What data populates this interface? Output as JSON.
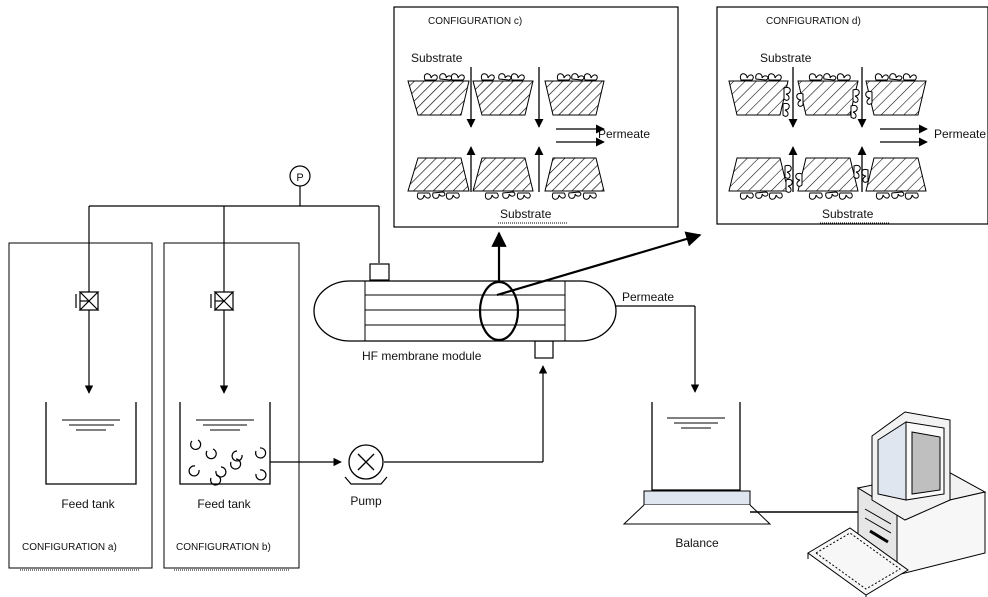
{
  "labels": {
    "pressure_gauge": "P",
    "hf_module": "HF membrane module",
    "permeate_line": "Permeate",
    "pump": "Pump",
    "balance": "Balance",
    "feed_tank_a": "Feed tank",
    "feed_tank_b": "Feed tank",
    "config_a": "CONFIGURATION a)",
    "config_b": "CONFIGURATION b)"
  },
  "config_c": {
    "title": "CONFIGURATION c)",
    "substrate_top": "Substrate",
    "substrate_bottom": "Substrate",
    "permeate": "Permeate"
  },
  "config_d": {
    "title": "CONFIGURATION d)",
    "substrate_top": "Substrate",
    "substrate_bottom": "Substrate",
    "permeate": "Permeate"
  }
}
